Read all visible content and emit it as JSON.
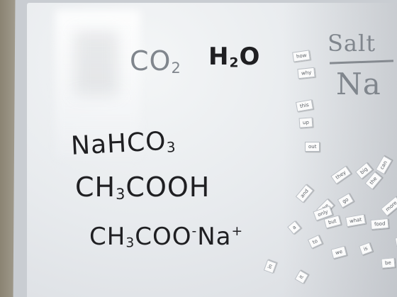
{
  "board": {
    "formulas": {
      "co2": "CO",
      "co2_sub": "2",
      "h2o_h": "H",
      "h2o_sub": "2",
      "h2o_o": "O",
      "nahco3": "NaHCO",
      "nahco3_sub": "3",
      "acetic_a": "CH",
      "acetic_sub": "3",
      "acetic_b": "COOH",
      "acetate_a": "CH",
      "acetate_sub": "3",
      "acetate_b": "COO",
      "acetate_sup_minus": "-",
      "acetate_na": "Na",
      "acetate_sup_plus": "+"
    },
    "side_note": {
      "title": "Salt",
      "symbol": "Na"
    },
    "magnets": [
      "how",
      "why",
      "this",
      "up",
      "out",
      "they",
      "big",
      "the",
      "can",
      "and",
      "the",
      "go",
      "more",
      "only",
      "but",
      "what",
      "food",
      "a",
      "to",
      "we",
      "is",
      "of",
      "be",
      "in",
      "it"
    ]
  }
}
